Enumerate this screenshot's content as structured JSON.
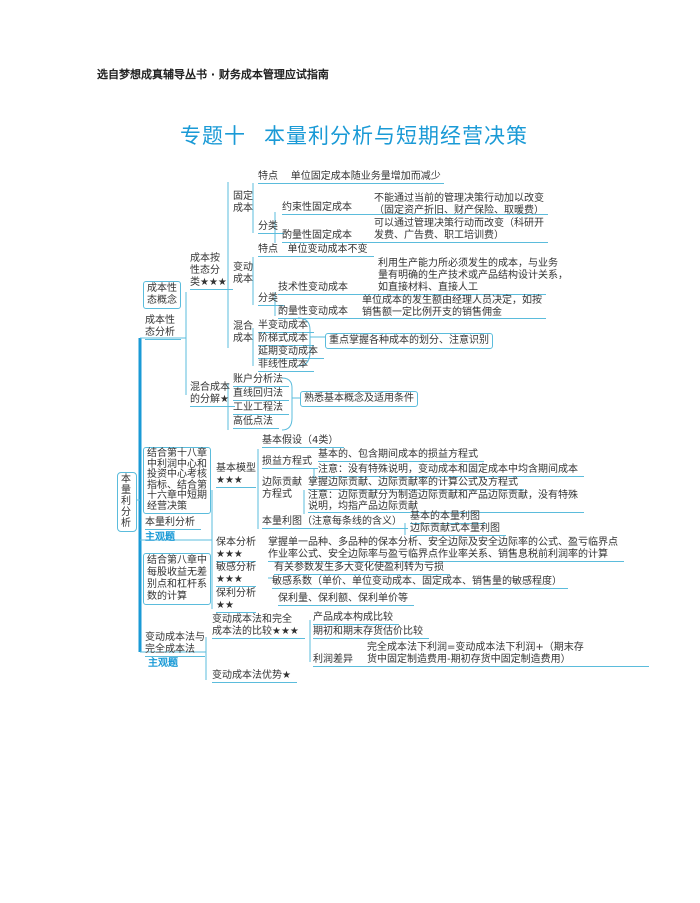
{
  "header": "选自梦想成真辅导丛书 · 财务成本管理应试指南",
  "title": {
    "number": "专题十",
    "text": "本量利分析与短期经营决策"
  },
  "root": "本量利分析",
  "cost": {
    "branch": [
      "成本性",
      "态分析"
    ],
    "concept": [
      "成本性",
      "态概念"
    ],
    "classify": [
      "成本按",
      "性态分",
      "类★★★"
    ],
    "fixed": {
      "label": [
        "固定",
        "成本"
      ],
      "feature": "特点",
      "feature_text": "单位固定成本随业务量增加而减少",
      "cat": "分类",
      "binding": "约束性固定成本",
      "binding_text": [
        "不能通过当前的管理决策行动加以改变",
        "（固定资产折旧、财产保险、取暖费）"
      ],
      "discretionary": "酌量性固定成本",
      "discretionary_text": [
        "可以通过管理决策行动而改变（科研开",
        "发费、广告费、职工培训费）"
      ]
    },
    "variable": {
      "label": [
        "变动",
        "成本"
      ],
      "feature": "特点",
      "feature_text": "单位变动成本不变",
      "cat": "分类",
      "tech": "技术性变动成本",
      "tech_text": [
        "利用生产能力所必须发生的成本，与业务",
        "量有明确的生产技术或产品结构设计关系，",
        "如直接材料、直接人工"
      ],
      "discretionary": "酌量性变动成本",
      "discretionary_text": [
        "单位成本的发生额由经理人员决定，如按",
        "销售额一定比例开支的销售佣金"
      ]
    },
    "mixed": {
      "label": [
        "混合",
        "成本"
      ],
      "items": [
        "半变动成本",
        "阶梯式成本",
        "延期变动成本",
        "非线性成本"
      ],
      "note": "重点掌握各种成本的划分、注意识别"
    },
    "decomp": {
      "label": [
        "混合成本",
        "的分解★"
      ],
      "items": [
        "账户分析法",
        "直线回归法",
        "工业工程法",
        "高低点法"
      ],
      "note": "熟悉基本概念及适用条件"
    }
  },
  "cvp": {
    "label": "本量利分析",
    "tag": "主观题",
    "note1": [
      "结合第十八章",
      "中利润中心和",
      "投资中心考核",
      "指标、结合第",
      "十六章中短期",
      "经营决策"
    ],
    "note2": [
      "结合第八章中",
      "每股收益无差",
      "别点和杠杆系",
      "数的计算"
    ],
    "model": {
      "label": [
        "基本模型",
        "★★★"
      ],
      "assume": "基本假设（4类）",
      "pl": "损益方程式",
      "pl_1": "基本的、包含期间成本的损益方程式",
      "pl_2": "注意：没有特殊说明，变动成本和固定成本中均含期间成本",
      "cm": [
        "边际贡献",
        "方程式"
      ],
      "cm_1": "掌握边际贡献、边际贡献率的计算公式及方程式",
      "cm_2": [
        "注意：边际贡献分为制造边际贡献和产品边际贡献，没有特殊",
        "说明，均指产品边际贡献"
      ],
      "chart": "本量利图（注意每条线的含义）",
      "chart_1": "基本的本量利图",
      "chart_2": "边际贡献式本量利图"
    },
    "breakeven": {
      "label": [
        "保本分析",
        "★★★"
      ],
      "text": [
        "掌握单一品种、多品种的保本分析、安全边际及安全边际率的公式、盈亏临界点",
        "作业率公式、安全边际率与盈亏临界点作业率关系、销售息税前利润率的计算"
      ]
    },
    "sens": {
      "label": [
        "敏感分析",
        "★★★"
      ],
      "text1": "有关参数发生多大变化使盈利转为亏损",
      "text2": "敏感系数（单价、单位变动成本、固定成本、销售量的敏感程度）"
    },
    "profit": {
      "label": [
        "保利分析",
        "★★"
      ],
      "text": "保利量、保利额、保利单价等"
    }
  },
  "vc": {
    "label": [
      "变动成本法与",
      "完全成本法"
    ],
    "tag": "主观题",
    "compare": [
      "变动成本法和完全",
      "成本法的比较★★★"
    ],
    "c1": "产品成本构成比较",
    "c2": "期初和期末存货估价比较",
    "diff": "利润差异",
    "diff_text": [
      "完全成本法下利润=变动成本法下利润+（期末存",
      "货中固定制造费用-期初存货中固定制造费用）"
    ],
    "adv": "变动成本法优势★"
  },
  "colors": {
    "accent": "#1a9ad6",
    "line": "#5bbcdc"
  }
}
